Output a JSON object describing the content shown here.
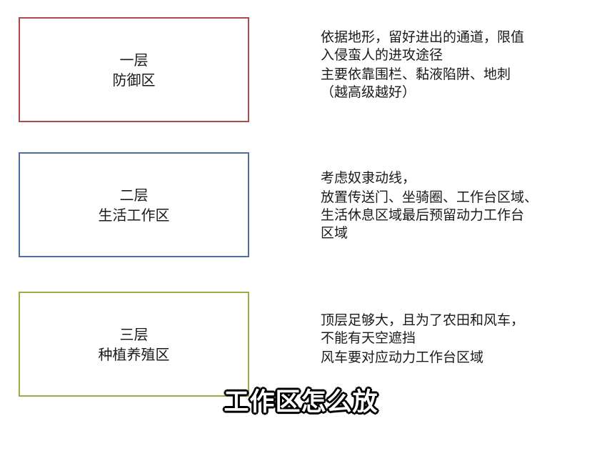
{
  "layers": [
    {
      "title": "一层",
      "name": "防御区",
      "border_color": "#b04a4a",
      "description": [
        "依据地形，留好进出的通道，限值",
        "入侵蛮人的进攻途径",
        "主要依靠围栏、黏液陷阱、地刺",
        "（越高级越好）"
      ]
    },
    {
      "title": "二层",
      "name": "生活工作区",
      "border_color": "#4a6fa0",
      "description": [
        "考虑奴隶动线，",
        "放置传送门、坐骑圈、工作台区域、",
        "生活休息区域最后预留动力工作台",
        "区域"
      ]
    },
    {
      "title": "三层",
      "name": "种植养殖区",
      "border_color": "#9aae48",
      "description": [
        "顶层足够大，且为了农田和风车，",
        "不能有天空遮挡",
        "风车要对应动力工作台区域"
      ]
    }
  ],
  "subtitle": "工作区怎么放"
}
